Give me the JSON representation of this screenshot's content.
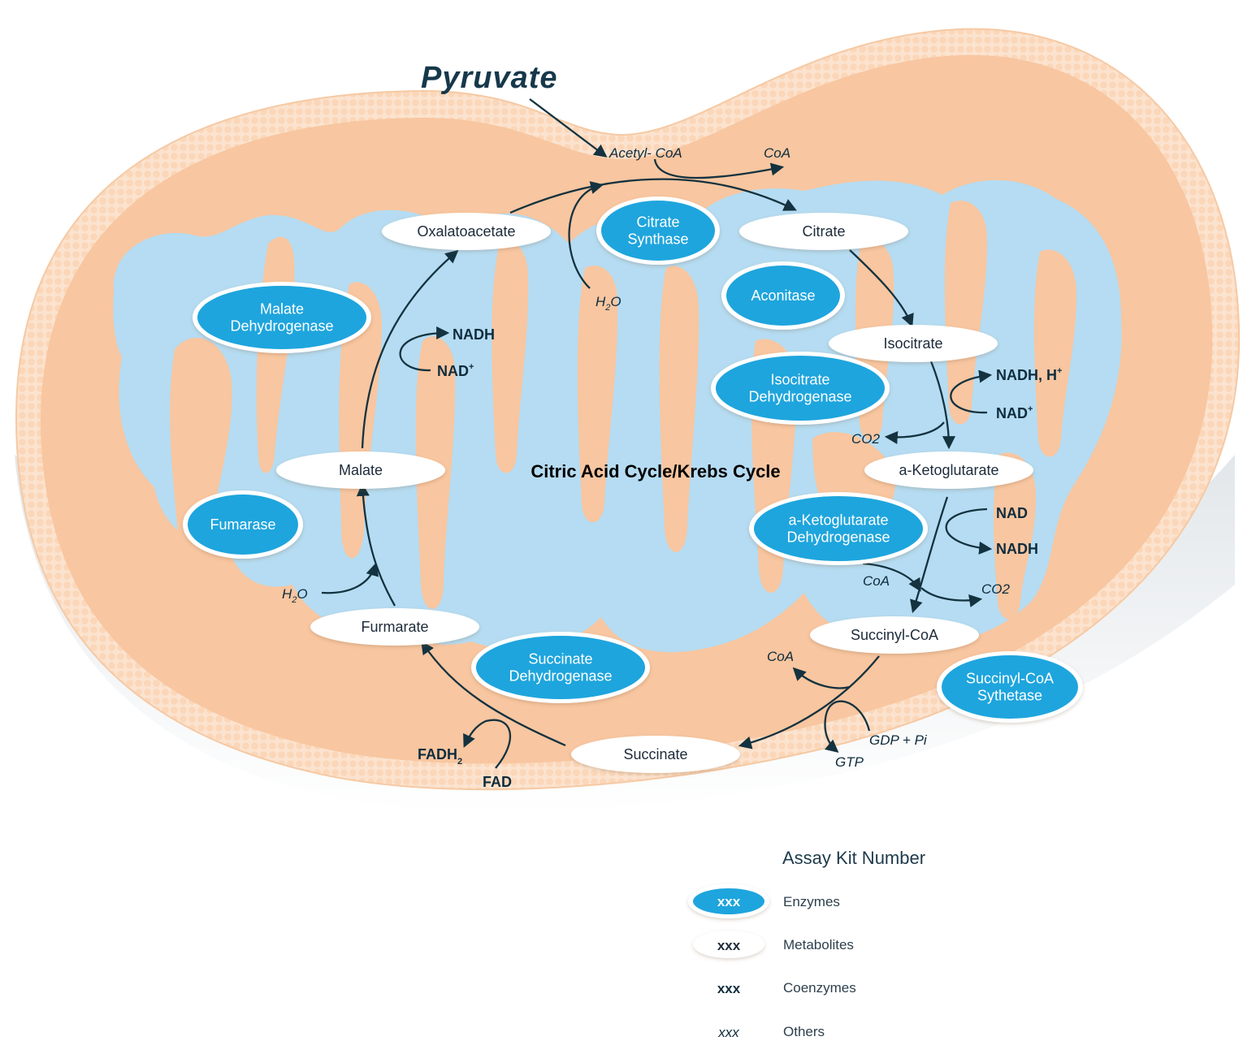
{
  "title": "Citric Acid Cycle/Krebs Cycle",
  "input": "Pyruvate",
  "colors": {
    "enzyme": "#1ea5dd",
    "metabolite": "#ffffff",
    "matrix": "#b5dcf2",
    "membrane": "#f8c8a1",
    "arrow": "#14323f",
    "text_dark": "#0f2c3d"
  },
  "metabolites": [
    {
      "id": "oxaloacetate",
      "label": "Oxalatoacetate"
    },
    {
      "id": "citrate",
      "label": "Citrate"
    },
    {
      "id": "isocitrate",
      "label": "Isocitrate"
    },
    {
      "id": "a-ketoglutarate",
      "label": "a-Ketoglutarate"
    },
    {
      "id": "succinyl-coa",
      "label": "Succinyl-CoA"
    },
    {
      "id": "succinate",
      "label": "Succinate"
    },
    {
      "id": "furmarate",
      "label": "Furmarate"
    },
    {
      "id": "malate",
      "label": "Malate"
    }
  ],
  "enzymes": [
    {
      "id": "citrate-synthase",
      "lines": [
        "Citrate",
        "Synthase"
      ]
    },
    {
      "id": "aconitase",
      "lines": [
        "Aconitase"
      ]
    },
    {
      "id": "isocitrate-dehydrogenase",
      "lines": [
        "Isocitrate",
        "Dehydrogenase"
      ]
    },
    {
      "id": "a-ketoglutarate-dehydrogenase",
      "lines": [
        "a-Ketoglutarate",
        "Dehydrogenase"
      ]
    },
    {
      "id": "succinyl-coa-synthetase",
      "lines": [
        "Succinyl-CoA",
        "Sythetase"
      ]
    },
    {
      "id": "succinate-dehydrogenase",
      "lines": [
        "Succinate",
        "Dehydrogenase"
      ]
    },
    {
      "id": "fumarase",
      "lines": [
        "Fumarase"
      ]
    },
    {
      "id": "malate-dehydrogenase",
      "lines": [
        "Malate",
        "Dehydrogenase"
      ]
    }
  ],
  "coenzymes": {
    "nadh_malate": "NADH",
    "nad_malate": "NAD",
    "nadh_h_iso": "NADH, H",
    "nad_iso": "NAD",
    "nad_akg": "NAD",
    "nadh_akg": "NADH",
    "fadh2": "FADH",
    "fad": "FAD",
    "plus": "+",
    "sub2": "2"
  },
  "others": {
    "acetyl_coa": "Acetyl- CoA",
    "coa_top": "CoA",
    "h2o_top_h": "H",
    "h2o_top_o": "O",
    "co2_iso": "CO2",
    "coa_akg": "CoA",
    "co2_akg": "CO2",
    "coa_succinyl": "CoA",
    "gdp_pi": "GDP + Pi",
    "gtp": "GTP",
    "h2o_fum_h": "H",
    "h2o_fum_o": "O",
    "sub2": "2"
  },
  "legend": {
    "title": "Assay Kit Number",
    "sample": "xxx",
    "items": [
      {
        "kind": "enzyme",
        "label": "Enzymes"
      },
      {
        "kind": "metabolite",
        "label": "Metabolites"
      },
      {
        "kind": "coenzyme",
        "label": "Coenzymes"
      },
      {
        "kind": "other",
        "label": "Others"
      }
    ]
  }
}
